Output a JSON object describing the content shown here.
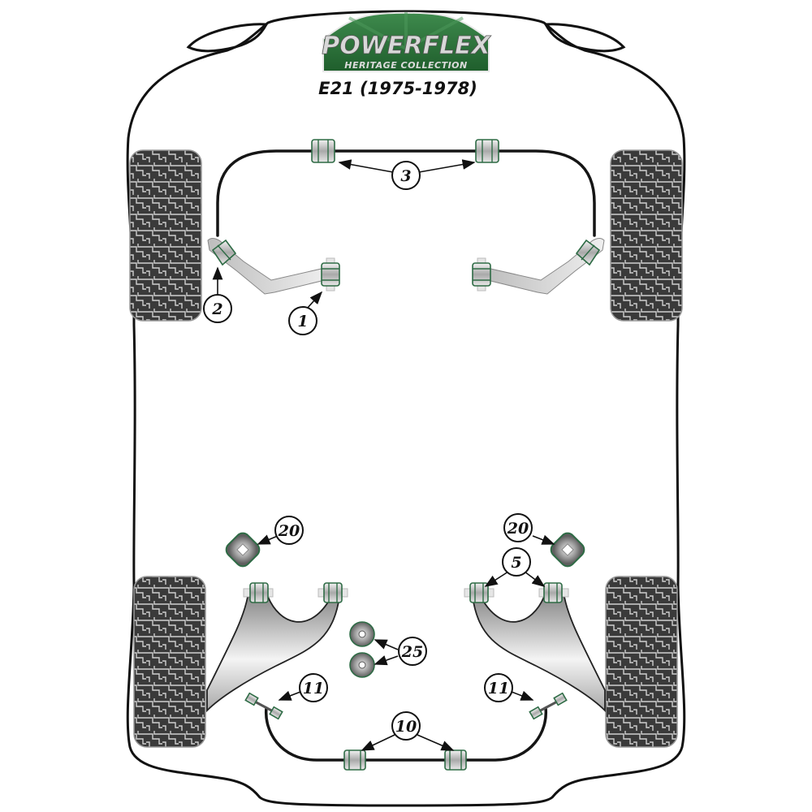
{
  "logo": {
    "brand": "POWERFLEX",
    "subtitle": "HERITAGE COLLECTION",
    "colors": {
      "green": "#2f7a3f",
      "dark_green": "#1e5a2b",
      "silver": "#d8d8d8"
    }
  },
  "model": {
    "title": "E21 (1975-1978)"
  },
  "colors": {
    "bushing_outline": "#2e6b45",
    "tyre": "#3c3c3c",
    "outline": "#111111"
  },
  "callouts": [
    {
      "id": "front-arm-inner",
      "label": "1"
    },
    {
      "id": "front-arm-outer",
      "label": "2"
    },
    {
      "id": "front-antiroll-bar",
      "label": "3"
    },
    {
      "id": "rear-arm-inner",
      "label": "5"
    },
    {
      "id": "rear-antiroll-bar",
      "label": "10"
    },
    {
      "id": "rear-antiroll-link-left",
      "label": "11"
    },
    {
      "id": "rear-antiroll-link-right",
      "label": "11"
    },
    {
      "id": "diff-mount-left",
      "label": "20"
    },
    {
      "id": "diff-mount-right",
      "label": "20"
    },
    {
      "id": "diff-mount-washers",
      "label": "25"
    }
  ]
}
